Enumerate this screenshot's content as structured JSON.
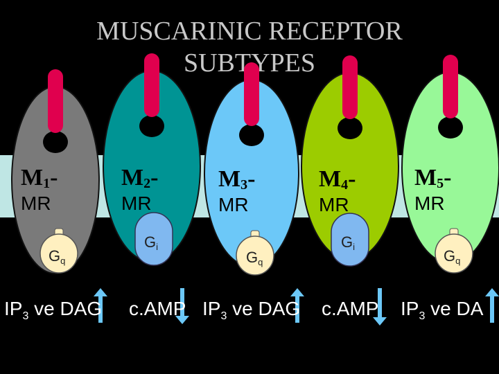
{
  "title": {
    "line1": "MUSCARINIC RECEPTOR",
    "line2": "SUBTYPES"
  },
  "colors": {
    "membrane": "#bfe6e4",
    "ligand": "#e0004e",
    "receptors": [
      "#7a7a7a",
      "#009494",
      "#6cc8f8",
      "#9ccc00",
      "#98f898"
    ],
    "gq": "#fff0c0",
    "gi": "#80b8f0"
  },
  "receptors": [
    {
      "prefix": "M",
      "number": "1",
      "suffix": "-",
      "mr": "MR",
      "g_main": "G",
      "g_sub": "q"
    },
    {
      "prefix": "M",
      "number": "2",
      "suffix": "-",
      "mr": "MR",
      "g_main": "G",
      "g_sub": "i"
    },
    {
      "prefix": "M",
      "number": "3",
      "suffix": "-",
      "mr": "MR",
      "g_main": "G",
      "g_sub": "q"
    },
    {
      "prefix": "M",
      "number": "4",
      "suffix": "-",
      "mr": "MR",
      "g_main": "G",
      "g_sub": "i"
    },
    {
      "prefix": "M",
      "number": "5",
      "suffix": "-",
      "mr": "MR",
      "g_main": "G",
      "g_sub": "q"
    }
  ],
  "effects": [
    {
      "text_a": "IP",
      "sub": "3",
      "text_b": " ve DAG",
      "arrow": "up"
    },
    {
      "text_a": "c.AMP",
      "arrow": "down"
    },
    {
      "text_a": "IP",
      "sub": "3",
      "text_b": " ve DAG",
      "arrow": "up"
    },
    {
      "text_a": "c.AMP",
      "arrow": "down"
    },
    {
      "text_a": "IP",
      "sub": "3",
      "text_b": " ve DA",
      "arrow": "up"
    }
  ]
}
